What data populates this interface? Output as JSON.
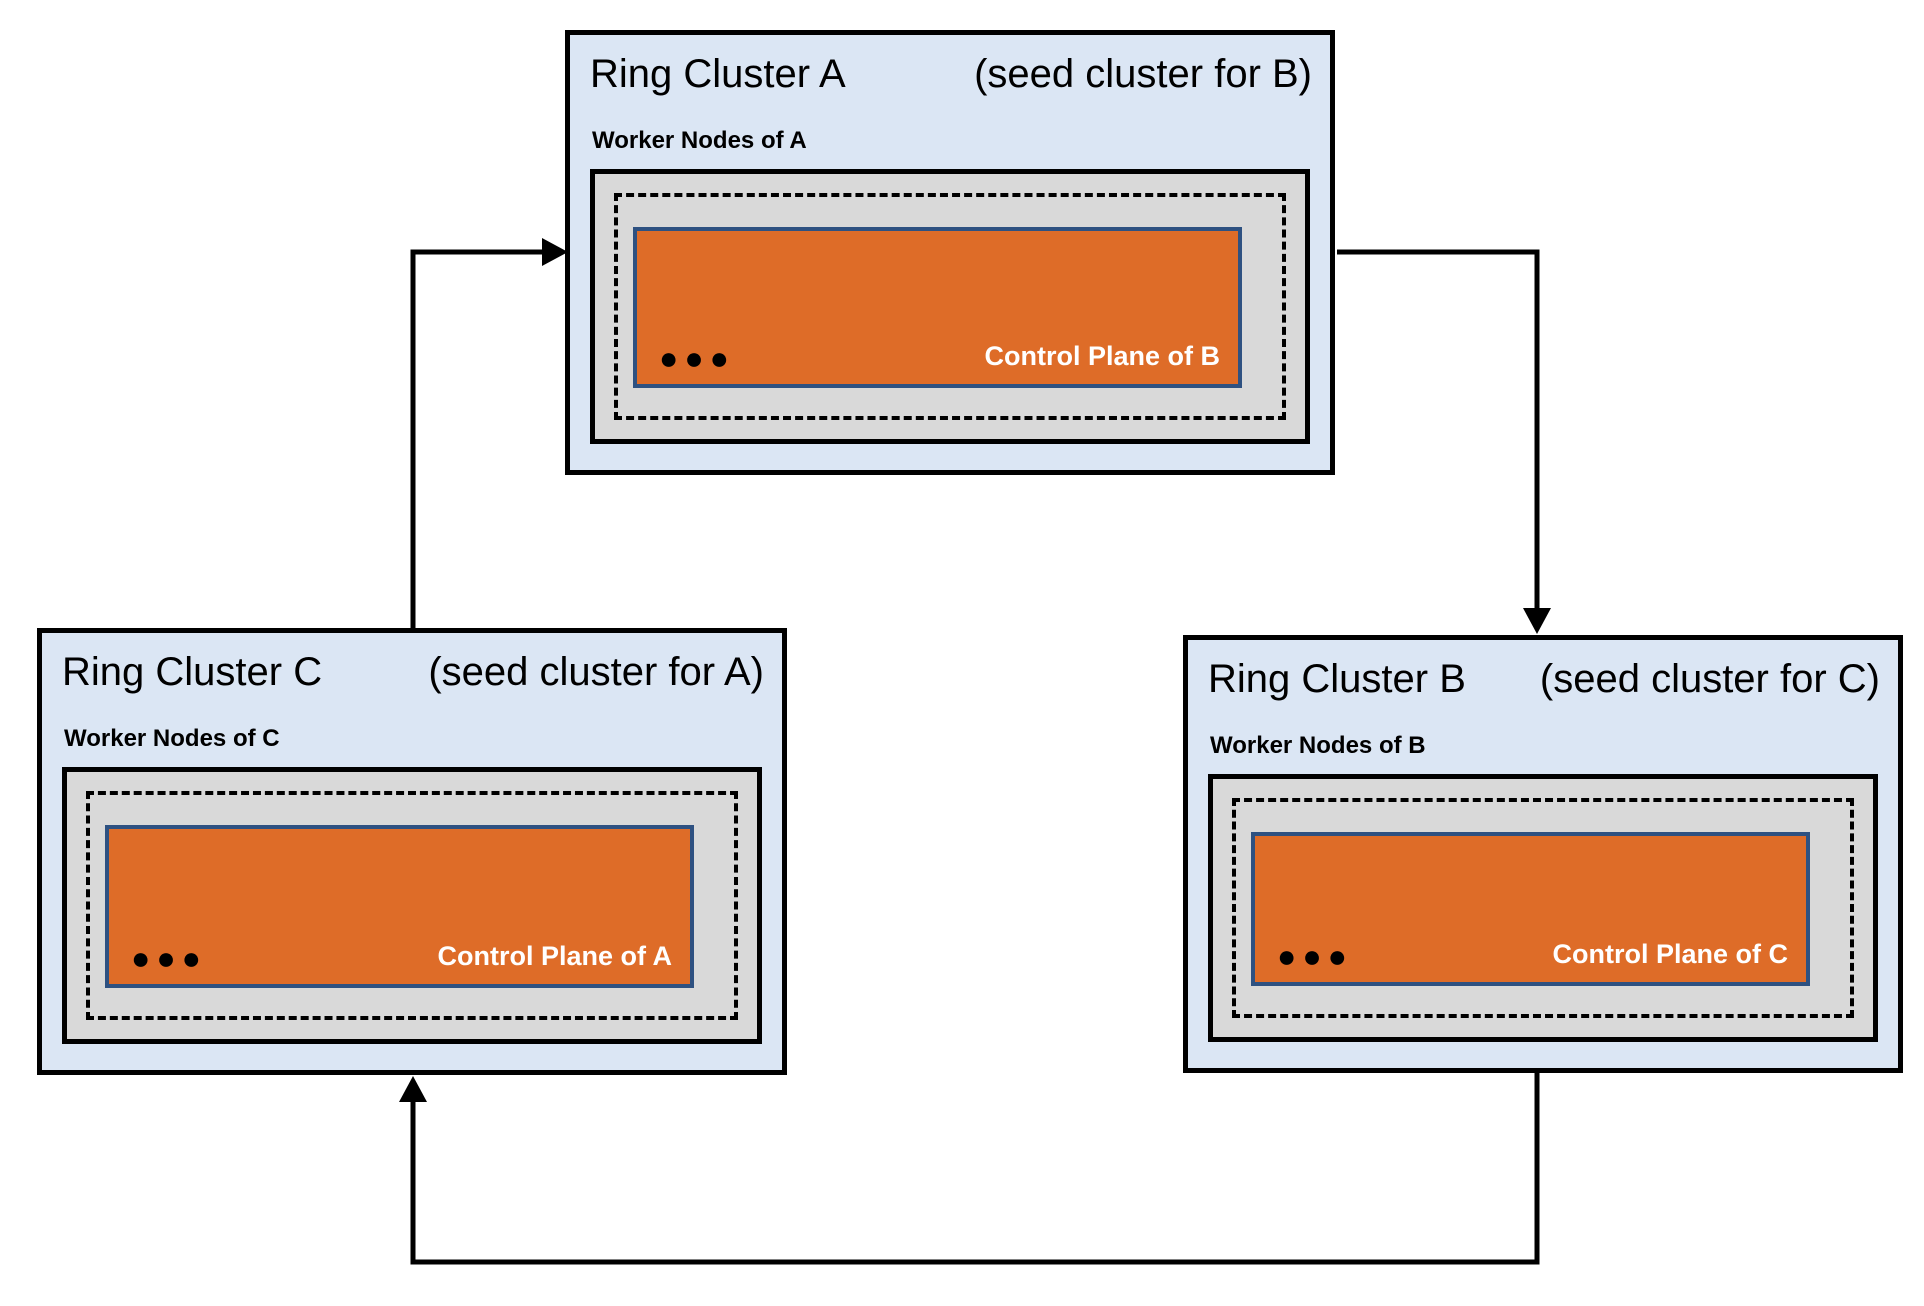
{
  "diagram": {
    "clusters": [
      {
        "id": "A",
        "title": "Ring Cluster A",
        "seed_note": "(seed cluster for B)",
        "worker_label": "Worker Nodes of A",
        "control_plane_label": "Control Plane of B",
        "dots": "●●●"
      },
      {
        "id": "B",
        "title": "Ring Cluster B",
        "seed_note": "(seed cluster for C)",
        "worker_label": "Worker Nodes of B",
        "control_plane_label": "Control Plane of C",
        "dots": "●●●"
      },
      {
        "id": "C",
        "title": "Ring Cluster C",
        "seed_note": "(seed cluster for A)",
        "worker_label": "Worker Nodes of C",
        "control_plane_label": "Control Plane of A",
        "dots": "●●●"
      }
    ],
    "arrows": [
      {
        "from": "Ring Cluster C",
        "to": "Ring Cluster A"
      },
      {
        "from": "Ring Cluster A",
        "to": "Ring Cluster B"
      },
      {
        "from": "Ring Cluster B",
        "to": "Ring Cluster C"
      }
    ],
    "colors": {
      "cluster_bg": "#dbe6f4",
      "worker_nodes_bg": "#d9d9d9",
      "control_plane_bg": "#de6c28",
      "control_plane_border": "#2e5181",
      "outline": "#000000",
      "control_plane_text": "#ffffff"
    }
  }
}
